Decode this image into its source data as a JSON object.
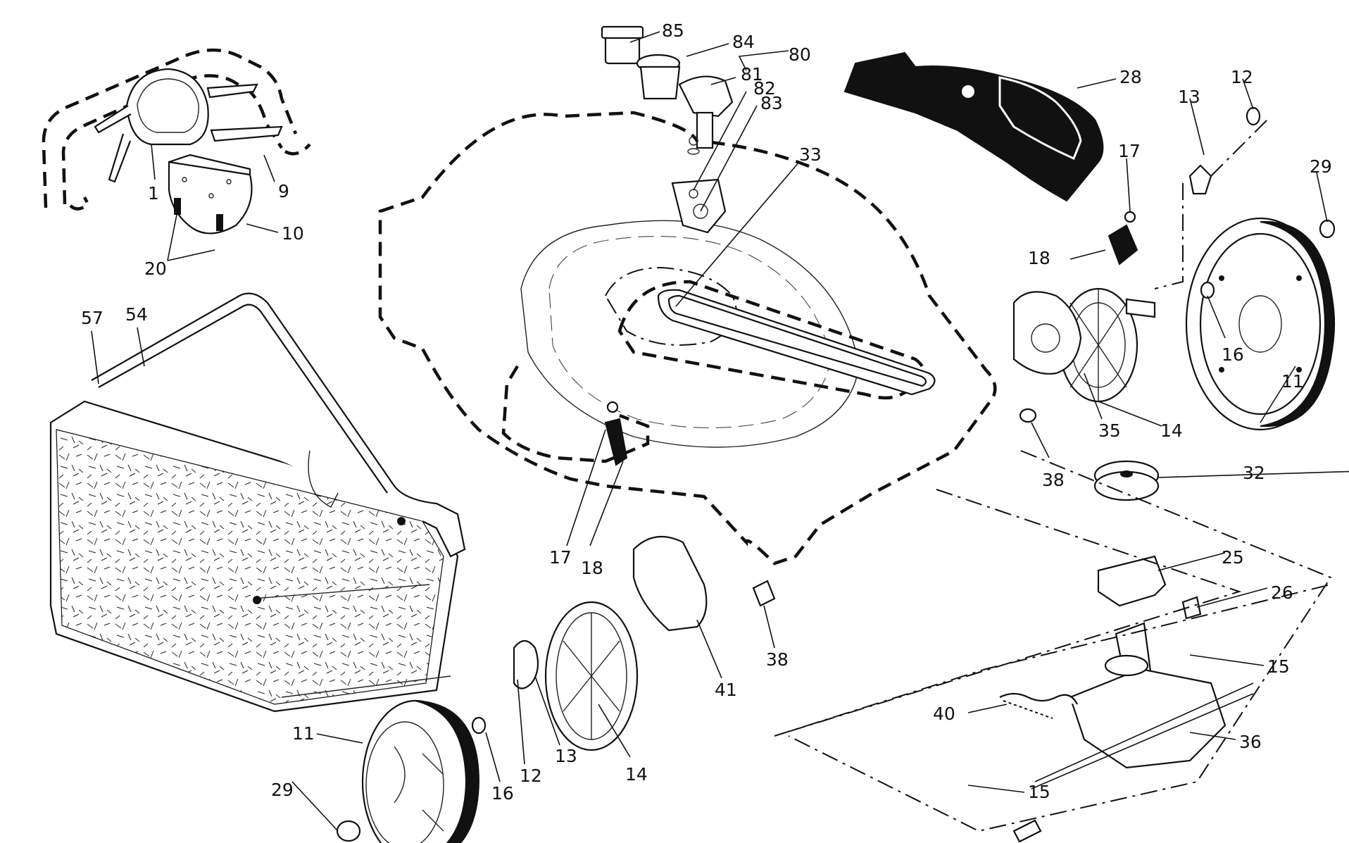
{
  "diagram": {
    "labels": [
      "85",
      "84",
      "80",
      "81",
      "82",
      "83",
      "28",
      "12",
      "13",
      "29",
      "17",
      "33",
      "1",
      "9",
      "10",
      "20",
      "18",
      "57",
      "54",
      "16",
      "11",
      "35",
      "14",
      "38",
      "32",
      "25",
      "26",
      "17",
      "18",
      "41",
      "38",
      "15",
      "40",
      "36",
      "11",
      "29",
      "16",
      "12",
      "13",
      "14",
      "15"
    ]
  }
}
